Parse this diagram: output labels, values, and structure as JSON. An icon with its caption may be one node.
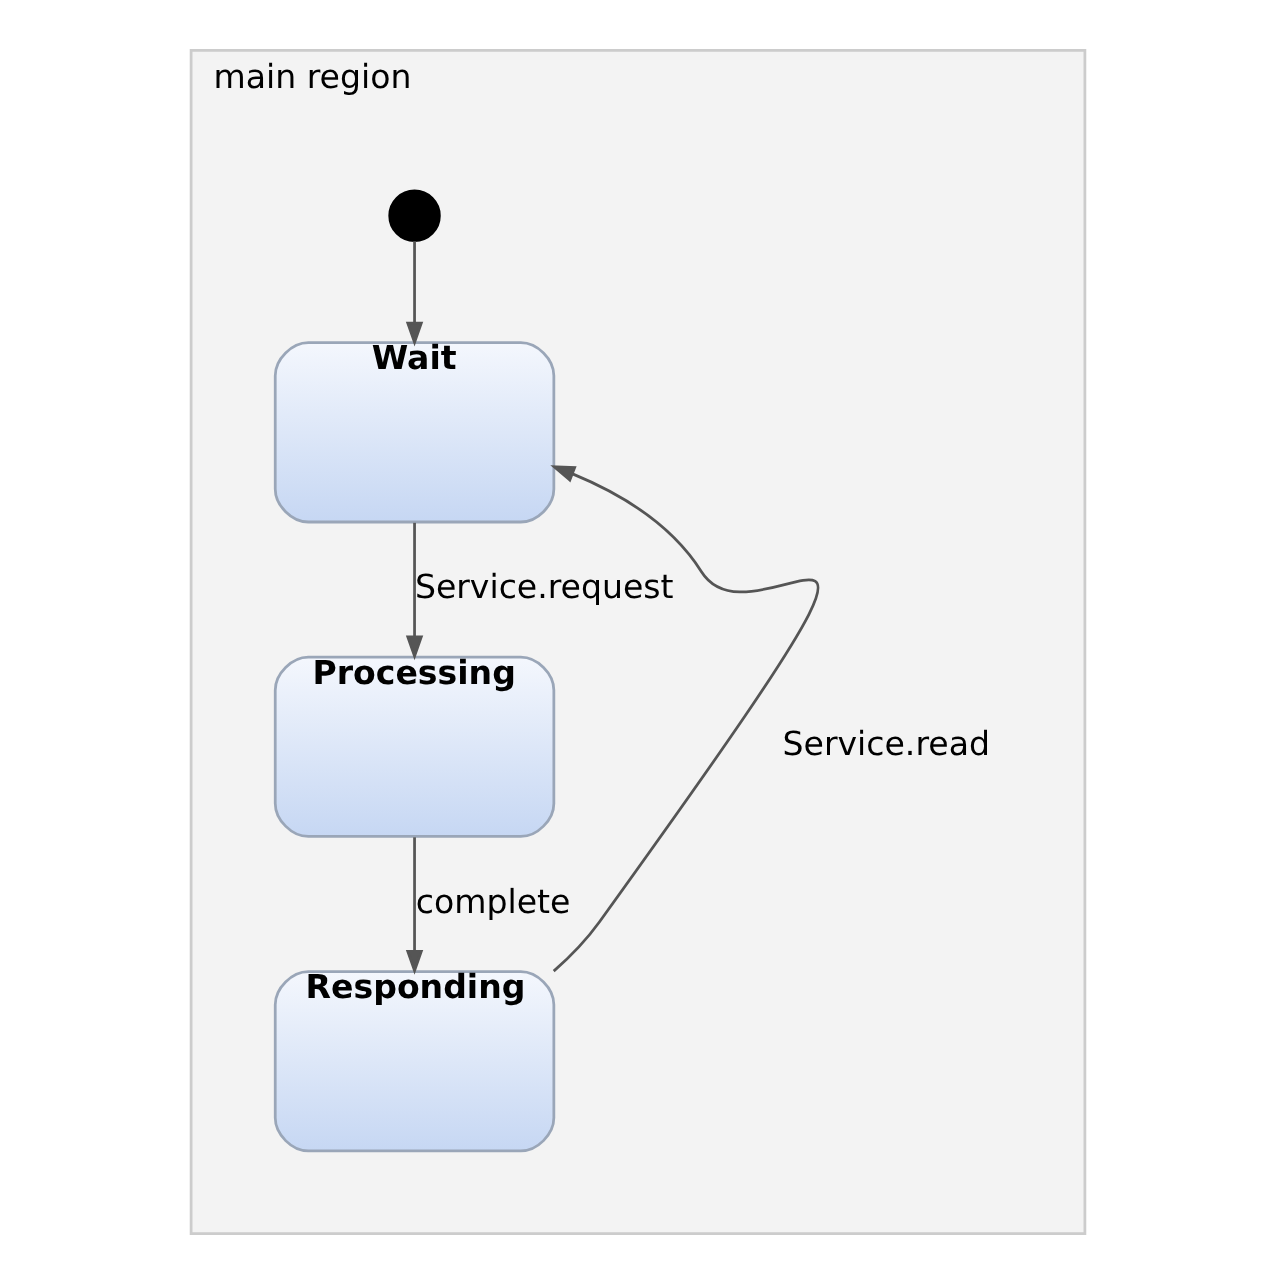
{
  "diagram": {
    "nodes": [
      {
        "text": [
          "main region"
        ]
      },
      {
        "text": [],
        "shape": "circle",
        "in": 0
      },
      {
        "text": [
          "Wait"
        ],
        "in": 0
      },
      {
        "text": [
          "Processing"
        ],
        "in": 0
      },
      {
        "text": [
          "Responding"
        ],
        "in": 0
      }
    ],
    "edges": [
      {
        "from": 1,
        "to": 2,
        "arrow": "to"
      },
      {
        "from": 2,
        "to": 3,
        "arrow": "to",
        "label": "Service.request"
      },
      {
        "from": 3,
        "to": 4,
        "arrow": "to",
        "label": "complete"
      },
      {
        "from": 4,
        "to": 2,
        "arrow": "to",
        "label": "Service.read"
      }
    ]
  }
}
